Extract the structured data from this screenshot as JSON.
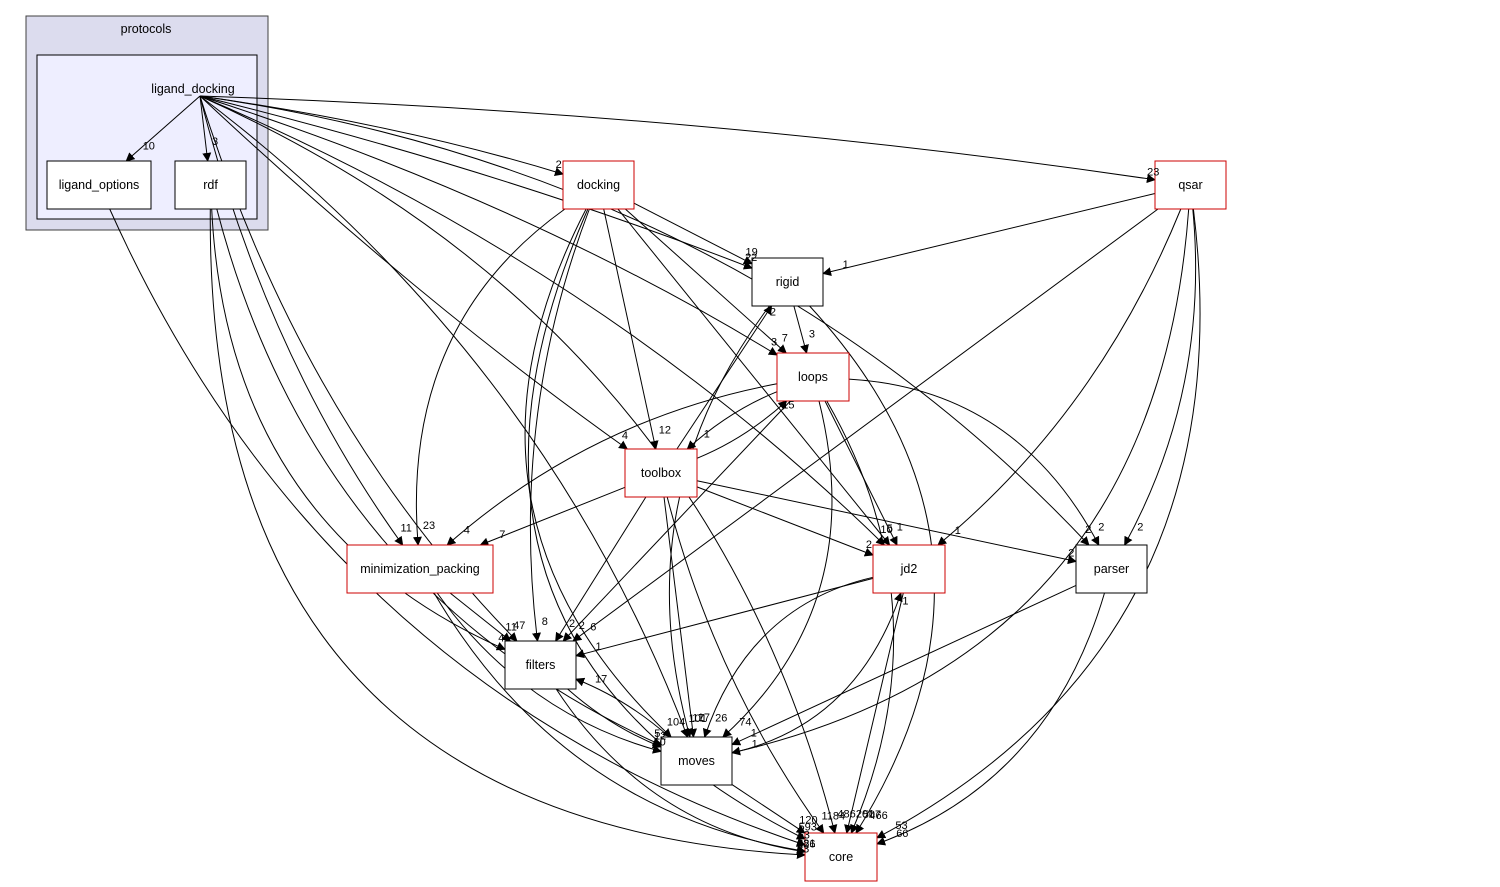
{
  "clusters": {
    "outer": {
      "label": "protocols",
      "fill": "#dcdcee",
      "stroke": "#404040"
    },
    "inner": {
      "label": "ligand_docking",
      "fill": "#eeeeff",
      "stroke": "#000000"
    }
  },
  "colors": {
    "external_border": "#cc0000",
    "internal_border": "#000000"
  },
  "nodes": [
    {
      "id": "ligand_options",
      "label": "ligand_options",
      "border": "black"
    },
    {
      "id": "rdf",
      "label": "rdf",
      "border": "black"
    },
    {
      "id": "docking",
      "label": "docking",
      "border": "red"
    },
    {
      "id": "qsar",
      "label": "qsar",
      "border": "red"
    },
    {
      "id": "rigid",
      "label": "rigid",
      "border": "black"
    },
    {
      "id": "loops",
      "label": "loops",
      "border": "red"
    },
    {
      "id": "toolbox",
      "label": "toolbox",
      "border": "red"
    },
    {
      "id": "minimization_packing",
      "label": "minimization_packing",
      "border": "red"
    },
    {
      "id": "jd2",
      "label": "jd2",
      "border": "red"
    },
    {
      "id": "parser",
      "label": "parser",
      "border": "black"
    },
    {
      "id": "filters",
      "label": "filters",
      "border": "black"
    },
    {
      "id": "moves",
      "label": "moves",
      "border": "black"
    },
    {
      "id": "core",
      "label": "core",
      "border": "red"
    }
  ],
  "edges": [
    {
      "from": "ligand_docking",
      "to": "ligand_options",
      "label": "10"
    },
    {
      "from": "ligand_docking",
      "to": "rdf",
      "label": "3"
    },
    {
      "from": "ligand_docking",
      "to": "docking",
      "label": "2"
    },
    {
      "from": "ligand_docking",
      "to": "qsar",
      "label": "23"
    },
    {
      "from": "ligand_docking",
      "to": "rigid",
      "label": "22"
    },
    {
      "from": "ligand_docking",
      "to": "loops",
      "label": "3"
    },
    {
      "from": "ligand_docking",
      "to": "toolbox",
      "label": "4"
    },
    {
      "from": "ligand_docking",
      "to": "minimization_packing",
      "label": "11"
    },
    {
      "from": "ligand_docking",
      "to": "jd2",
      "label": "10"
    },
    {
      "from": "ligand_docking",
      "to": "parser",
      "label": "2"
    },
    {
      "from": "ligand_docking",
      "to": "filters",
      "label": "47"
    },
    {
      "from": "ligand_docking",
      "to": "moves",
      "label": "101"
    },
    {
      "from": "ligand_docking",
      "to": "core",
      "label": "486"
    },
    {
      "from": "ligand_options",
      "to": "core",
      "label": "53"
    },
    {
      "from": "rdf",
      "to": "core",
      "label": "23"
    },
    {
      "from": "rdf",
      "to": "filters",
      "label": "4"
    },
    {
      "from": "rdf",
      "to": "moves",
      "label": "5"
    },
    {
      "from": "docking",
      "to": "rigid",
      "label": "19"
    },
    {
      "from": "docking",
      "to": "loops",
      "label": "7"
    },
    {
      "from": "docking",
      "to": "toolbox",
      "label": "12"
    },
    {
      "from": "docking",
      "to": "minimization_packing",
      "label": "23"
    },
    {
      "from": "docking",
      "to": "jd2",
      "label": "5"
    },
    {
      "from": "docking",
      "to": "filters",
      "label": "8"
    },
    {
      "from": "docking",
      "to": "moves",
      "label": "104"
    },
    {
      "from": "docking",
      "to": "core",
      "label": "593"
    },
    {
      "from": "qsar",
      "to": "rigid",
      "label": "1"
    },
    {
      "from": "qsar",
      "to": "jd2",
      "label": "1"
    },
    {
      "from": "qsar",
      "to": "parser",
      "label": "2"
    },
    {
      "from": "qsar",
      "to": "filters",
      "label": "6"
    },
    {
      "from": "qsar",
      "to": "moves",
      "label": "1"
    },
    {
      "from": "qsar",
      "to": "core",
      "label": "53"
    },
    {
      "from": "rigid",
      "to": "loops",
      "label": "3"
    },
    {
      "from": "rigid",
      "to": "moves",
      "label": "17"
    },
    {
      "from": "rigid",
      "to": "core",
      "label": "466"
    },
    {
      "from": "loops",
      "to": "toolbox",
      "label": "1"
    },
    {
      "from": "loops",
      "to": "minimization_packing",
      "label": "4"
    },
    {
      "from": "loops",
      "to": "jd2",
      "label": "1"
    },
    {
      "from": "loops",
      "to": "parser",
      "label": "2"
    },
    {
      "from": "loops",
      "to": "filters",
      "label": "2"
    },
    {
      "from": "loops",
      "to": "moves",
      "label": "74"
    },
    {
      "from": "loops",
      "to": "core",
      "label": "507"
    },
    {
      "from": "toolbox",
      "to": "loops",
      "label": "15"
    },
    {
      "from": "toolbox",
      "to": "rigid",
      "label": "2"
    },
    {
      "from": "toolbox",
      "to": "minimization_packing",
      "label": "7"
    },
    {
      "from": "toolbox",
      "to": "jd2",
      "label": "2"
    },
    {
      "from": "toolbox",
      "to": "parser",
      "label": "2"
    },
    {
      "from": "toolbox",
      "to": "filters",
      "label": "2"
    },
    {
      "from": "toolbox",
      "to": "moves",
      "label": "17"
    },
    {
      "from": "toolbox",
      "to": "core",
      "label": "1184"
    },
    {
      "from": "minimization_packing",
      "to": "filters",
      "label": "11"
    },
    {
      "from": "minimization_packing",
      "to": "moves",
      "label": "10"
    },
    {
      "from": "minimization_packing",
      "to": "core",
      "label": "681"
    },
    {
      "from": "jd2",
      "to": "filters",
      "label": "1"
    },
    {
      "from": "jd2",
      "to": "moves",
      "label": "26"
    },
    {
      "from": "jd2",
      "to": "core",
      "label": "201"
    },
    {
      "from": "parser",
      "to": "moves",
      "label": "1"
    },
    {
      "from": "parser",
      "to": "core",
      "label": "66"
    },
    {
      "from": "filters",
      "to": "moves",
      "label": "12"
    },
    {
      "from": "filters",
      "to": "core",
      "label": "226"
    },
    {
      "from": "moves",
      "to": "filters",
      "label": "17"
    },
    {
      "from": "moves",
      "to": "jd2",
      "label": "1"
    },
    {
      "from": "moves",
      "to": "core",
      "label": "120"
    }
  ]
}
